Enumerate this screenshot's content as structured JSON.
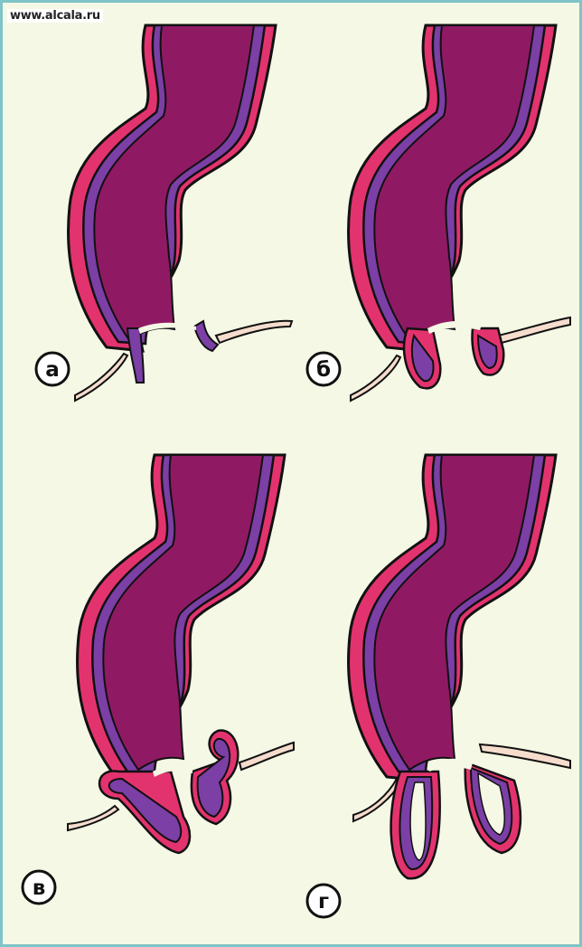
{
  "watermark": "www.alcala.ru",
  "panels": [
    {
      "id": "a",
      "label": "а"
    },
    {
      "id": "b",
      "label": "б"
    },
    {
      "id": "v",
      "label": "в"
    },
    {
      "id": "g",
      "label": "г"
    }
  ],
  "colors": {
    "lumen": "#8f1a63",
    "mucosa_violet": "#7b3fa5",
    "muscle_red": "#e3336e",
    "skin": "#f5dccd",
    "outline": "#111111",
    "background": "#f4f8e4",
    "border": "#7fc4c8"
  }
}
